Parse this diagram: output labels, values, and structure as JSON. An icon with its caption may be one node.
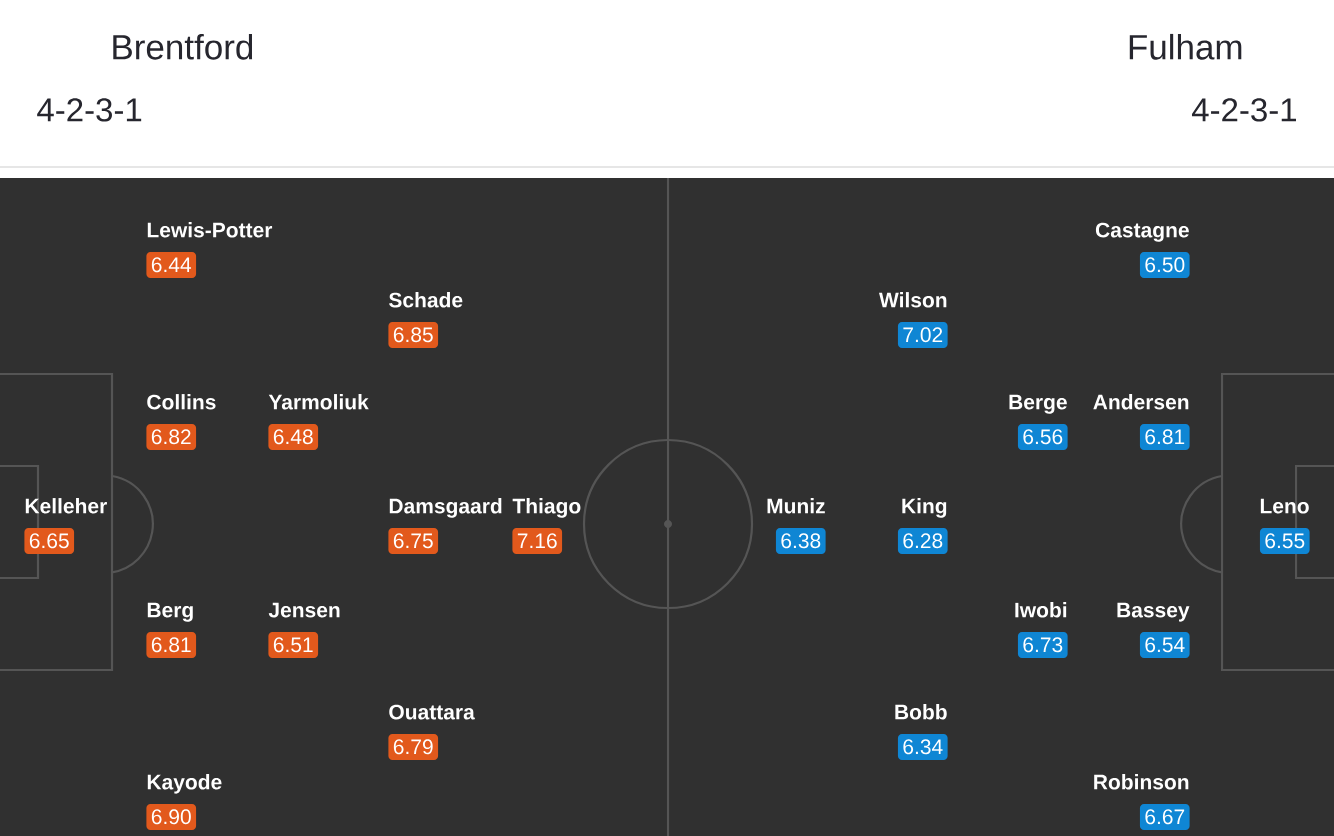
{
  "diagram": {
    "nodes": [
      {
        "text": [
          "Lewis-Potter",
          "6.44"
        ]
      },
      {
        "text": [
          "Schade",
          "6.85"
        ]
      },
      {
        "text": [
          "Collins",
          "6.82"
        ]
      },
      {
        "text": [
          "Yarmoliuk",
          "6.48"
        ]
      },
      {
        "text": [
          "Kelleher",
          "6.65"
        ]
      },
      {
        "text": [
          "Damsgaard",
          "6.75"
        ]
      },
      {
        "text": [
          "Thiago",
          "7.16"
        ]
      },
      {
        "text": [
          "Berg",
          "6.81"
        ]
      },
      {
        "text": [
          "Jensen",
          "6.51"
        ]
      },
      {
        "text": [
          "Ouattara",
          "6.79"
        ]
      },
      {
        "text": [
          "Kayode",
          "6.90"
        ]
      },
      {
        "text": [
          "Castagne",
          "6.50"
        ]
      },
      {
        "text": [
          "Wilson",
          "7.02"
        ]
      },
      {
        "text": [
          "Berge",
          "6.56"
        ]
      },
      {
        "text": [
          "Andersen",
          "6.81"
        ]
      },
      {
        "text": [
          "Muniz",
          "6.38"
        ]
      },
      {
        "text": [
          "King",
          "6.28"
        ]
      },
      {
        "text": [
          "Leno",
          "6.55"
        ]
      },
      {
        "text": [
          "Iwobi",
          "6.73"
        ]
      },
      {
        "text": [
          "Bassey",
          "6.54"
        ]
      },
      {
        "text": [
          "Bobb",
          "6.34"
        ]
      },
      {
        "text": [
          "Robinson",
          "6.67"
        ]
      }
    ],
    "labels": [
      "Brentford",
      "Fulham",
      "4-2-3-1",
      "4-2-3-1"
    ]
  }
}
